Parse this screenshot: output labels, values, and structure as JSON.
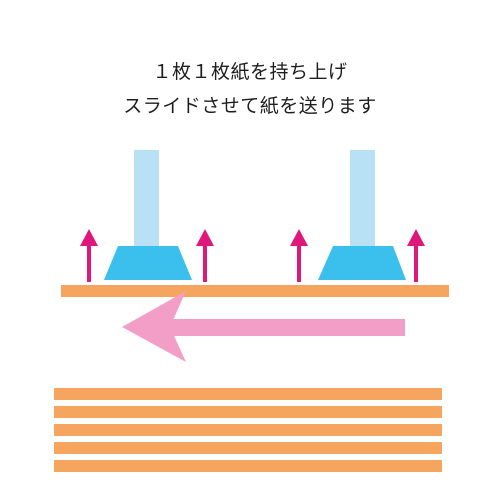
{
  "caption": {
    "line1": "１枚１枚紙を持ち上げ",
    "line2": "スライドさせて紙を送ります"
  },
  "colors": {
    "background": "#ffffff",
    "text": "#1e1e1e",
    "paper": "#f6a55f",
    "suction_rod": "#b8e1f6",
    "suction_cup": "#3bbfed",
    "lift_arrow": "#e0177a",
    "slide_arrow": "#f39ec6"
  },
  "diagram": {
    "suction_units": 2,
    "lift_arrows_per_unit": 2,
    "lift_direction": "up",
    "slide_direction": "left",
    "paper_stack_sheets": 5
  }
}
